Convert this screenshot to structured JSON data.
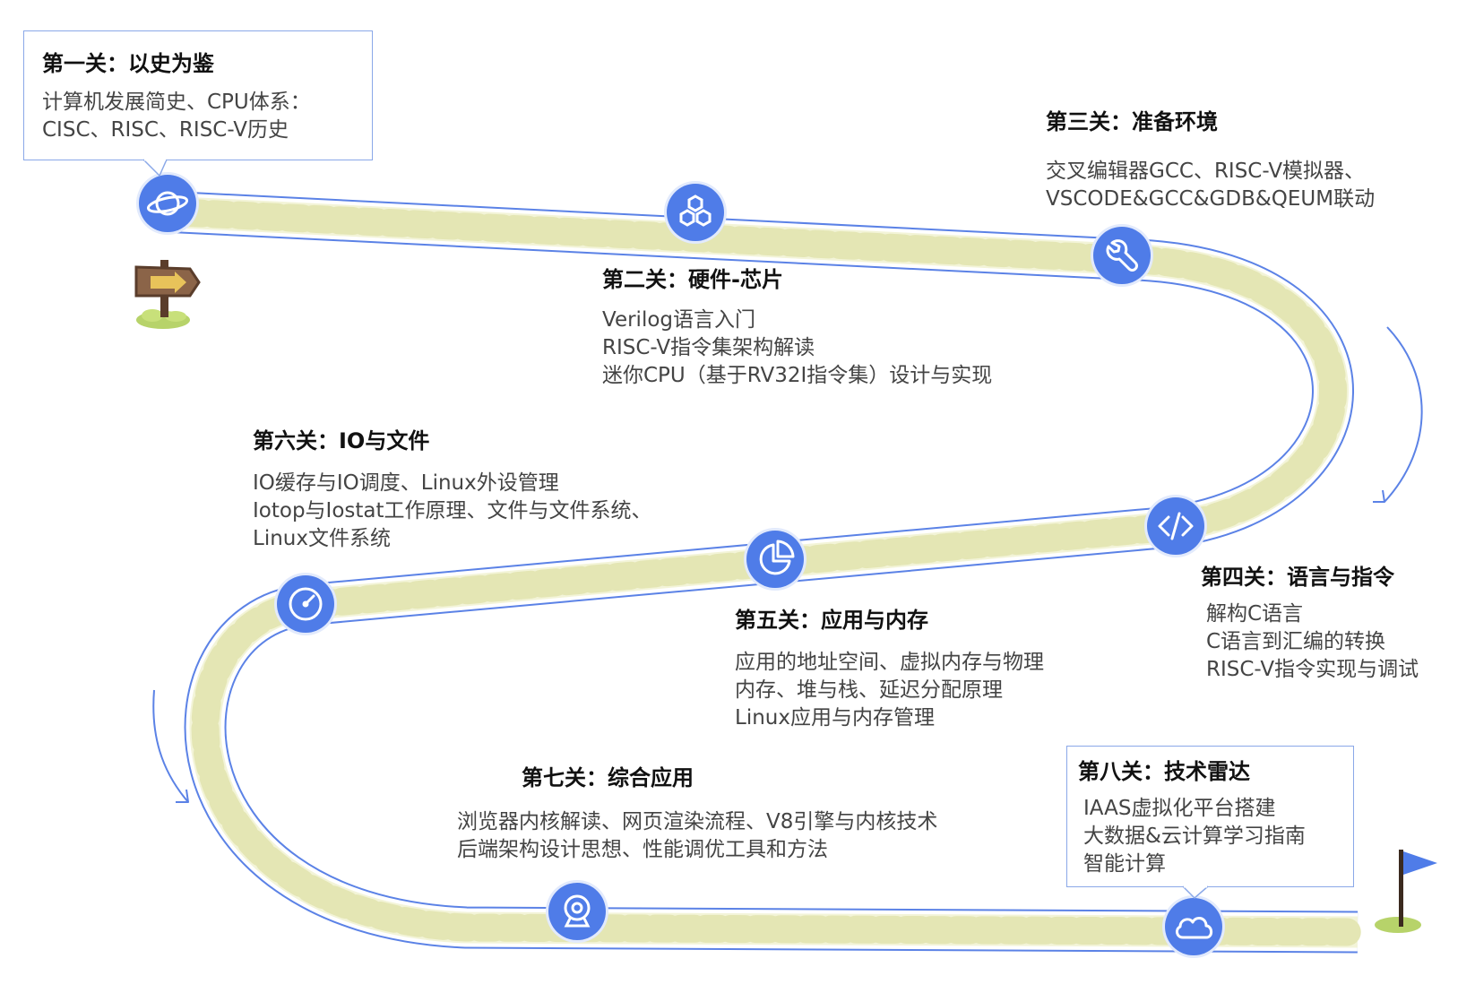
{
  "stages": [
    {
      "title": "第一关：以史为鉴",
      "lines": [
        "计算机发展简史、CPU体系：",
        "CISC、RISC、RISC-V历史"
      ],
      "icon": "planet-icon"
    },
    {
      "title": "第二关：硬件-芯片",
      "lines": [
        "Verilog语言入门",
        "RISC-V指令集架构解读",
        "迷你CPU（基于RV32I指令集）设计与实现"
      ],
      "icon": "hexagons-icon"
    },
    {
      "title": "第三关：准备环境",
      "lines": [
        "交叉编辑器GCC、RISC-V模拟器、",
        "VSCODE&GCC&GDB&QEUM联动"
      ],
      "icon": "wrench-icon"
    },
    {
      "title": "第四关：语言与指令",
      "lines": [
        "解构C语言",
        "C语言到汇编的转换",
        "RISC-V指令实现与调试"
      ],
      "icon": "code-icon"
    },
    {
      "title": "第五关：应用与内存",
      "lines": [
        "应用的地址空间、虚拟内存与物理",
        "内存、堆与栈、延迟分配原理",
        "Linux应用与内存管理"
      ],
      "icon": "pie-chart-icon"
    },
    {
      "title": "第六关：IO与文件",
      "lines": [
        "IO缓存与IO调度、Linux外设管理",
        "Iotop与Iostat工作原理、文件与文件系统、",
        "Linux文件系统"
      ],
      "icon": "gauge-icon"
    },
    {
      "title": "第七关：综合应用",
      "lines": [
        "浏览器内核解读、网页渲染流程、V8引擎与内核技术",
        "后端架构设计思想、性能调优工具和方法"
      ],
      "icon": "webcam-icon"
    },
    {
      "title": "第八关：技术雷达",
      "lines": [
        "IAAS虚拟化平台搭建",
        "大数据&云计算学习指南",
        "智能计算"
      ],
      "icon": "cloud-icon"
    }
  ],
  "colors": {
    "road": "#f3f4d8",
    "road_dash": "#e4e6b4",
    "road_edge": "#5b82e6",
    "node": "#4f7ce8",
    "text": "#444444",
    "title": "#111111"
  },
  "decor": {
    "start": "signpost-icon",
    "end": "flag-icon"
  }
}
